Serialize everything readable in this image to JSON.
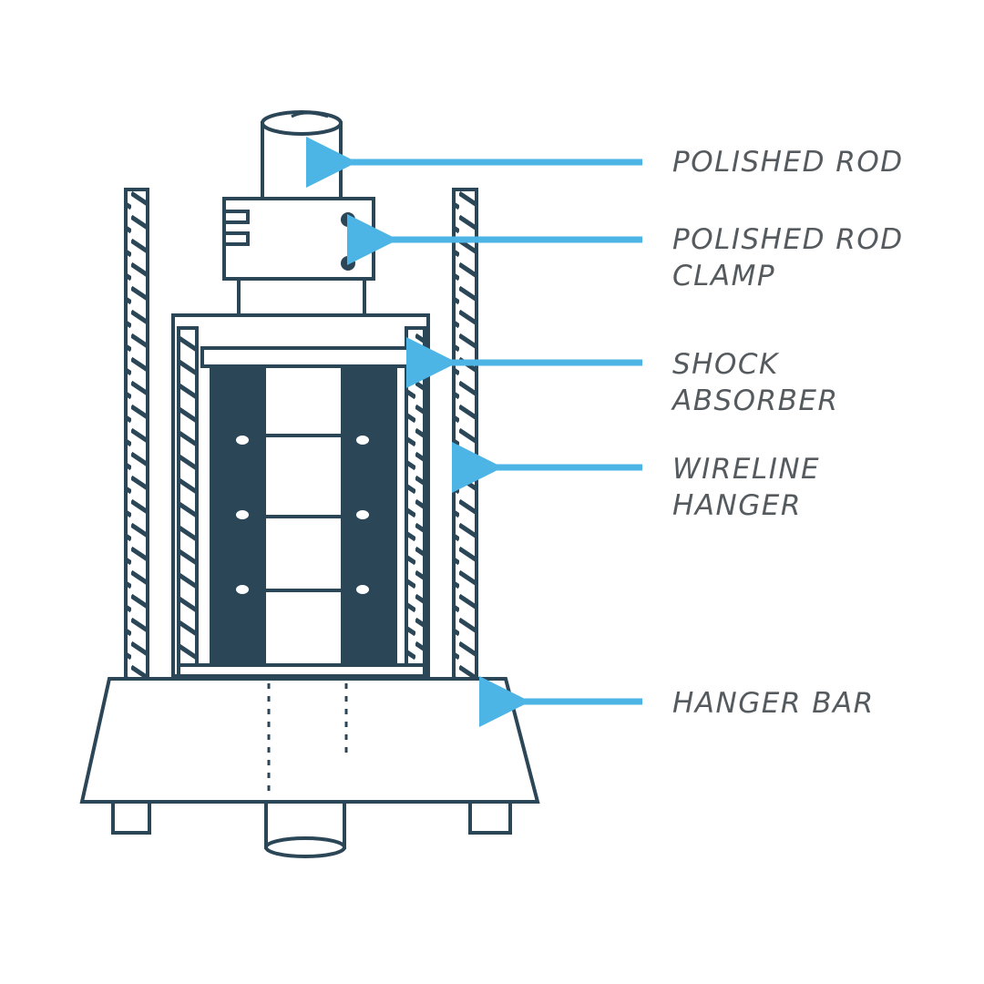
{
  "colors": {
    "arrow": "#4db4e6",
    "ink": "#2b4657",
    "text": "#555a5e"
  },
  "labels": [
    {
      "line1": "POLISHED ROD",
      "line2": ""
    },
    {
      "line1": "POLISHED ROD",
      "line2": "CLAMP"
    },
    {
      "line1": "SHOCK",
      "line2": "ABSORBER"
    },
    {
      "line1": "WIRELINE",
      "line2": "HANGER"
    },
    {
      "line1": "HANGER BAR",
      "line2": ""
    }
  ]
}
